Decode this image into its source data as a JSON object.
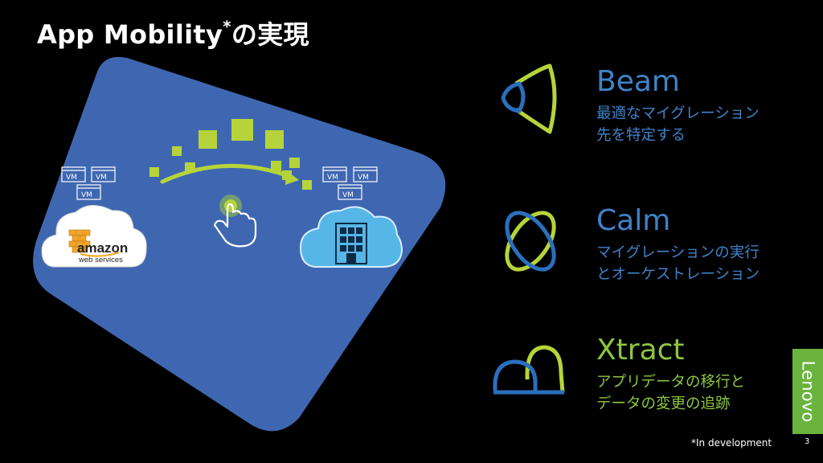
{
  "slide": {
    "title_main": "App Mobility",
    "title_asterisk": "*",
    "title_suffix": "の実現",
    "footnote": "*In development",
    "page_number": "3",
    "brand": "Lenovo"
  },
  "diagram": {
    "vm_label": "VM",
    "aws_logo_text": "amazon",
    "aws_logo_subtext": "web services",
    "colors": {
      "panel": "#3f67b1",
      "accent_green": "#b6d43a",
      "aws_orange": "#f6a623",
      "cloud_blue": "#56b6e8"
    }
  },
  "products": [
    {
      "name": "Beam",
      "desc_line1": "最適なマイグレーション",
      "desc_line2": "先を特定する",
      "color": "#3f83c9",
      "icon": "beam-icon"
    },
    {
      "name": "Calm",
      "desc_line1": "マイグレーションの実行",
      "desc_line2": "とオーケストレーション",
      "color": "#3f83c9",
      "icon": "calm-icon"
    },
    {
      "name": "Xtract",
      "desc_line1": "アプリデータの移行と",
      "desc_line2": "データの変更の追跡",
      "color": "#8cc63f",
      "icon": "xtract-icon"
    }
  ]
}
